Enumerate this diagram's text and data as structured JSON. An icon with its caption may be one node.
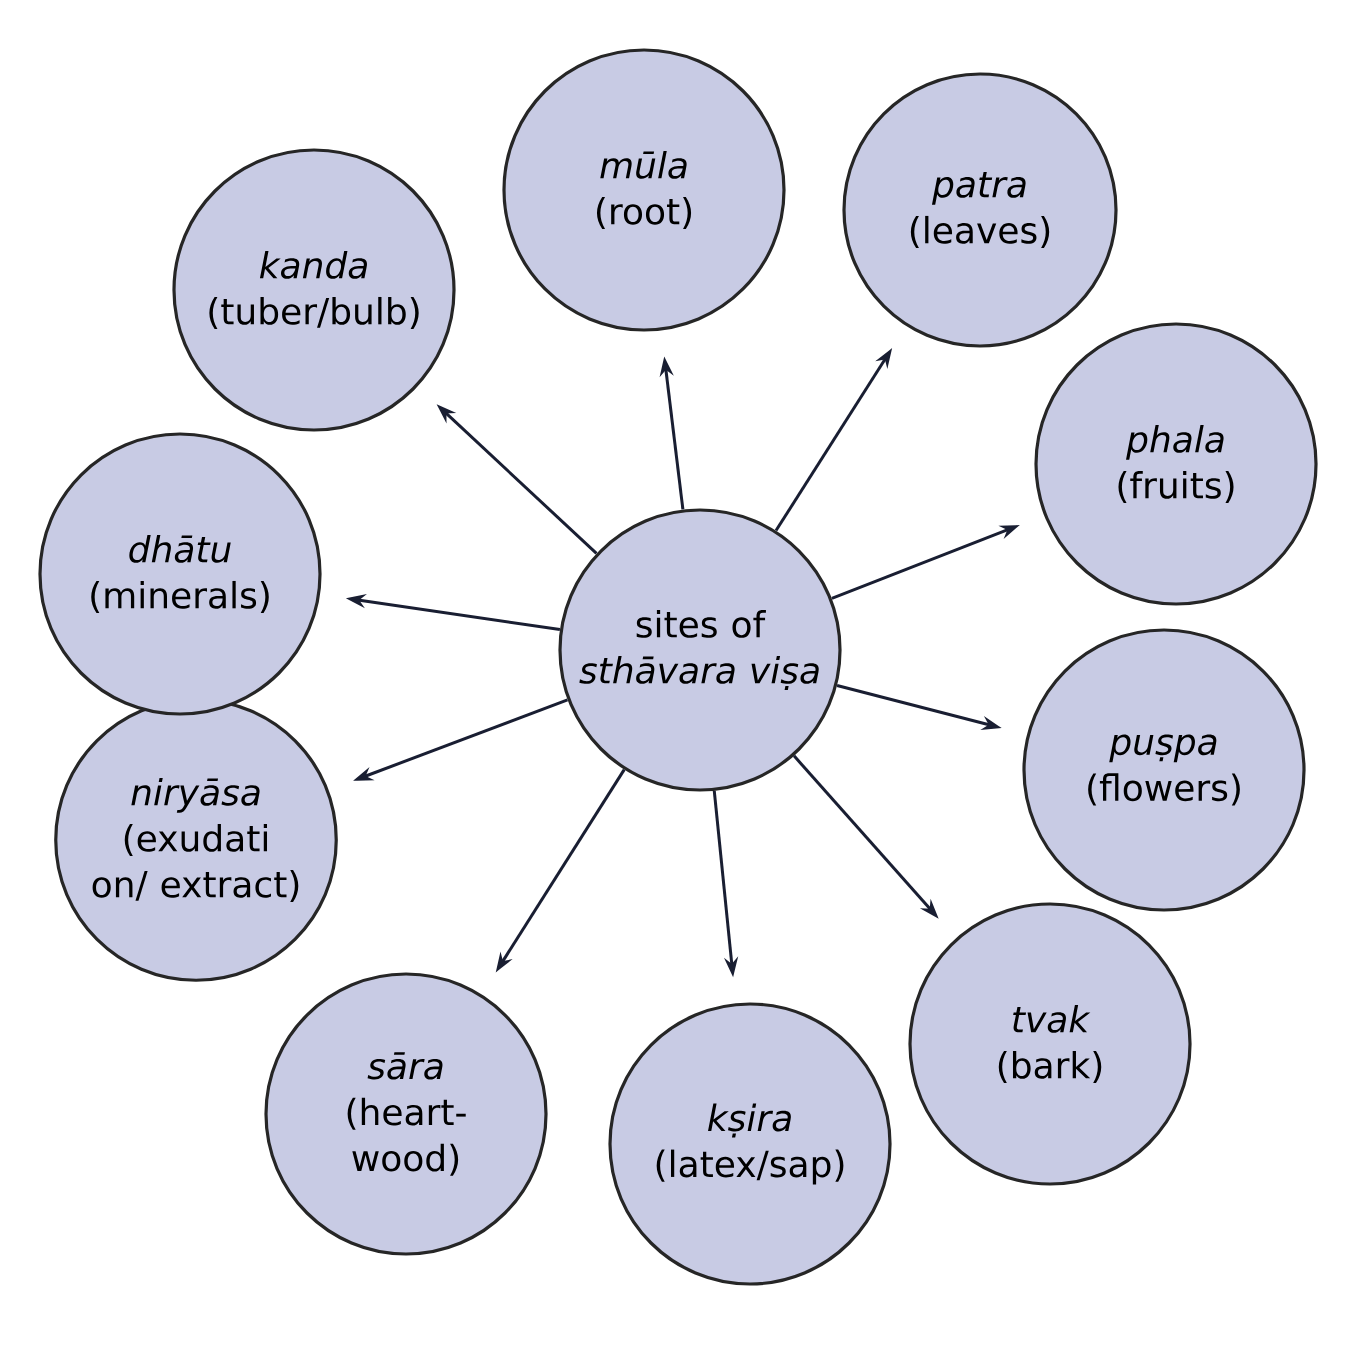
{
  "diagram": {
    "nodes": [
      {
        "text": [
          "sites of *sthāvara viṣa*"
        ]
      },
      {
        "text": [
          "mūla",
          "(root)"
        ]
      },
      {
        "text": [
          "patra",
          "(leaves)"
        ]
      },
      {
        "text": [
          "phala",
          "(fruits)"
        ]
      },
      {
        "text": [
          "puṣpa",
          "(flowers)"
        ]
      },
      {
        "text": [
          "tvak",
          "(bark)"
        ]
      },
      {
        "text": [
          "kṣira",
          "(latex/sap)"
        ]
      },
      {
        "text": [
          "sāra",
          "(heart-wood)"
        ]
      },
      {
        "text": [
          "niryāsa",
          "(exudati on/ extract)"
        ]
      },
      {
        "text": [
          "dhātu",
          "(minerals)"
        ]
      },
      {
        "text": [
          "kanda",
          "(tuber/bulb)"
        ]
      }
    ],
    "edges": [
      {
        "from": 0,
        "to": 1,
        "arrow": "to"
      },
      {
        "from": 0,
        "to": 2,
        "arrow": "to"
      },
      {
        "from": 0,
        "to": 3,
        "arrow": "to"
      },
      {
        "from": 0,
        "to": 4,
        "arrow": "to"
      },
      {
        "from": 0,
        "to": 5,
        "arrow": "to"
      },
      {
        "from": 0,
        "to": 6,
        "arrow": "to"
      },
      {
        "from": 0,
        "to": 7,
        "arrow": "to"
      },
      {
        "from": 0,
        "to": 8,
        "arrow": "to"
      },
      {
        "from": 0,
        "to": 9,
        "arrow": "to"
      },
      {
        "from": 0,
        "to": 10,
        "arrow": "to"
      }
    ]
  }
}
